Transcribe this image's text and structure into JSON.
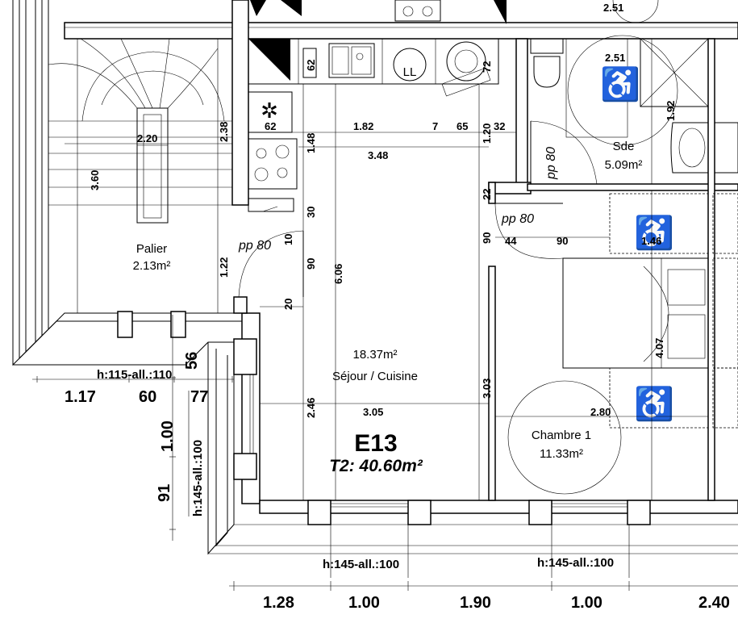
{
  "unit": {
    "code": "E13",
    "summary": "T2: 40.60m²"
  },
  "rooms": {
    "palier": {
      "name": "Palier",
      "area": "2.13m²"
    },
    "sejour": {
      "name": "Séjour / Cuisine",
      "area": "18.37m²"
    },
    "chambre": {
      "name": "Chambre 1",
      "area": "11.33m²"
    },
    "sde": {
      "name": "Sde",
      "area": "5.09m²"
    }
  },
  "doors": {
    "palier_door": "pp 80",
    "sde_door": "pp 80",
    "chambre_door": "pp 80"
  },
  "appliances": {
    "ll_label": "LL"
  },
  "openings": {
    "left_top": "h:115-all.:110",
    "left_side": "h:145-all.:100",
    "bottom_1": "h:145-all.:100",
    "bottom_2": "h:145-all.:100"
  },
  "interior_dims": {
    "d_2_51_top": "2.51",
    "d_2_51": "2.51",
    "d_62a": "62",
    "d_72": "72",
    "d_1_92": "1.92",
    "d_2_20": "2.20",
    "d_2_38": "2.38",
    "d_62b": "62",
    "d_1_48": "1.48",
    "d_1_82": "1.82",
    "d_7": "7",
    "d_65": "65",
    "d_1_20": "1.20",
    "d_32": "32",
    "d_3_60": "3.60",
    "d_3_48": "3.48",
    "d_22": "22",
    "d_30": "30",
    "d_10": "10",
    "d_90a": "90",
    "d_44": "44",
    "d_90b": "90",
    "d_1_46": "1.46",
    "d_1_22": "1.22",
    "d_90c": "90",
    "d_6_06": "6.06",
    "d_20": "20",
    "d_4_07": "4.07",
    "d_3_03": "3.03",
    "d_2_46": "2.46",
    "d_3_05": "3.05",
    "d_2_80": "2.80"
  },
  "exterior_dims": {
    "d_56": "56",
    "d_1_17": "1.17",
    "d_60": "60",
    "d_77": "77",
    "d_1_00_v": "1.00",
    "d_91": "91",
    "b_1_28": "1.28",
    "b_1_00a": "1.00",
    "b_1_90": "1.90",
    "b_1_00b": "1.00",
    "b_2_40": "2.40"
  }
}
